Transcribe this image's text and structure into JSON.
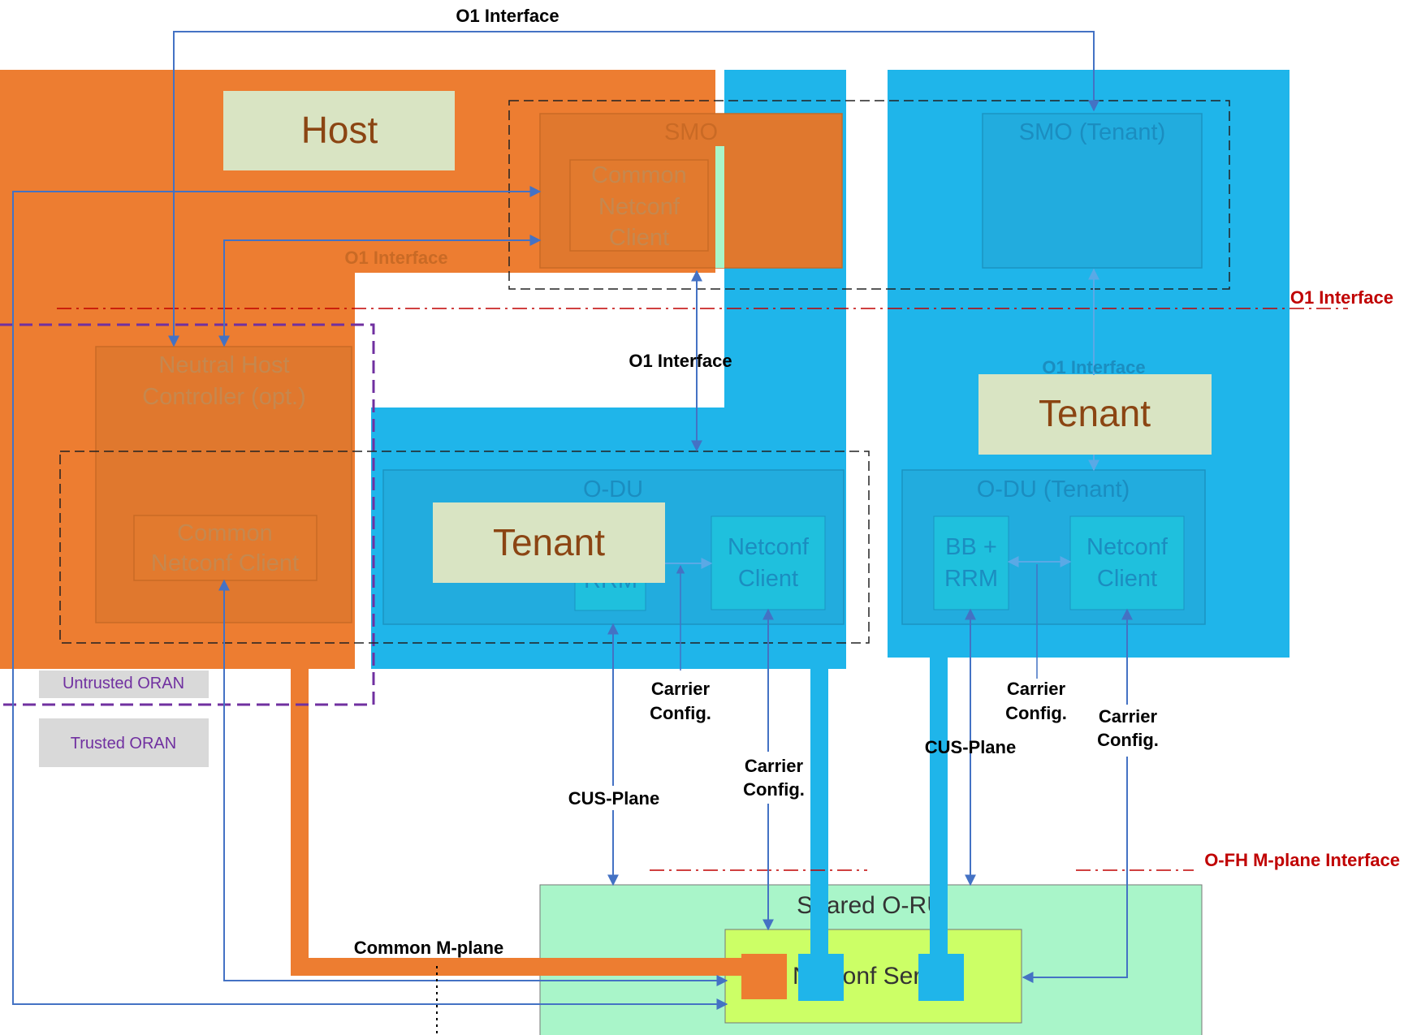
{
  "labels": {
    "o1_top": "O1 Interface",
    "host": "Host",
    "smo": "SMO",
    "smo_common_client_1": "Common",
    "smo_common_client_2": "Netconf",
    "smo_common_client_3": "Client",
    "o1_host_internal": "O1 Interface",
    "smo_tenant": "SMO (Tenant)",
    "o1_right_red": "O1 Interface",
    "nhc_1": "Neutral Host",
    "nhc_2": "Controller (opt.)",
    "o1_middle": "O1 Interface",
    "o1_right_tenant": "O1 Interface",
    "tenant_right": "Tenant",
    "odu_left": "O-DU",
    "tenant_left": "Tenant",
    "odu_left_rrm": "RRM",
    "odu_left_nc_1": "Netconf",
    "odu_left_nc_2": "Client",
    "odu_right": "O-DU (Tenant)",
    "bb_rrm_1": "BB +",
    "bb_rrm_2": "RRM",
    "odu_right_nc_1": "Netconf",
    "odu_right_nc_2": "Client",
    "nhc_common_1": "Common",
    "nhc_common_2": "Netconf Client",
    "untrusted": "Untrusted ORAN",
    "trusted": "Trusted ORAN",
    "carrier_a_1": "Carrier",
    "carrier_a_2": "Config.",
    "carrier_b_1": "Carrier",
    "carrier_b_2": "Config.",
    "carrier_c_1": "Carrier",
    "carrier_c_2": "Config.",
    "carrier_d_1": "Carrier",
    "carrier_d_2": "Config.",
    "cus_left": "CUS-Plane",
    "cus_right": "CUS-Plane",
    "ofh": "O-FH M-plane Interface",
    "shared_oru": "Shared O-RU",
    "common_mplane": "Common M-plane",
    "netconf_server": "Netconf Server"
  },
  "colors": {
    "host_orange": "#ED7D31",
    "tenant_blue": "#1FB5EA",
    "label_box": "#D9E4C3",
    "label_text": "#8B4513",
    "link_blue": "#4472C4",
    "interface_red": "#C00000",
    "trusted_purple": "#7030A0",
    "oru_green": "#A9F5C9",
    "server_lime": "#CCFF66"
  }
}
